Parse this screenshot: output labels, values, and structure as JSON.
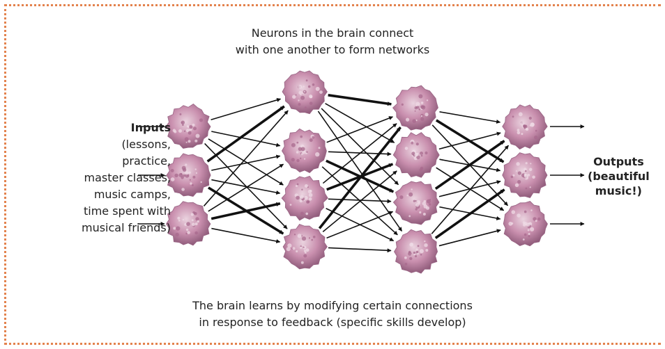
{
  "captions": {
    "top_line1": "Neurons in the brain connect",
    "top_line2": "with one another to form networks",
    "bottom_line1": "The brain learns by modifying certain connections",
    "bottom_line2": "in response to feedback (specific skills develop)"
  },
  "inputs": {
    "label": "Inputs",
    "lines": [
      "(lessons,",
      "practice,",
      "master classes,",
      "music camps,",
      "time spent with",
      "musical friends)"
    ]
  },
  "outputs": {
    "lines": [
      "Outputs",
      "(beautiful",
      "music!)"
    ]
  },
  "colors": {
    "border": "#e3824d",
    "neuron": "#c98fae",
    "arrow": "#111111"
  }
}
